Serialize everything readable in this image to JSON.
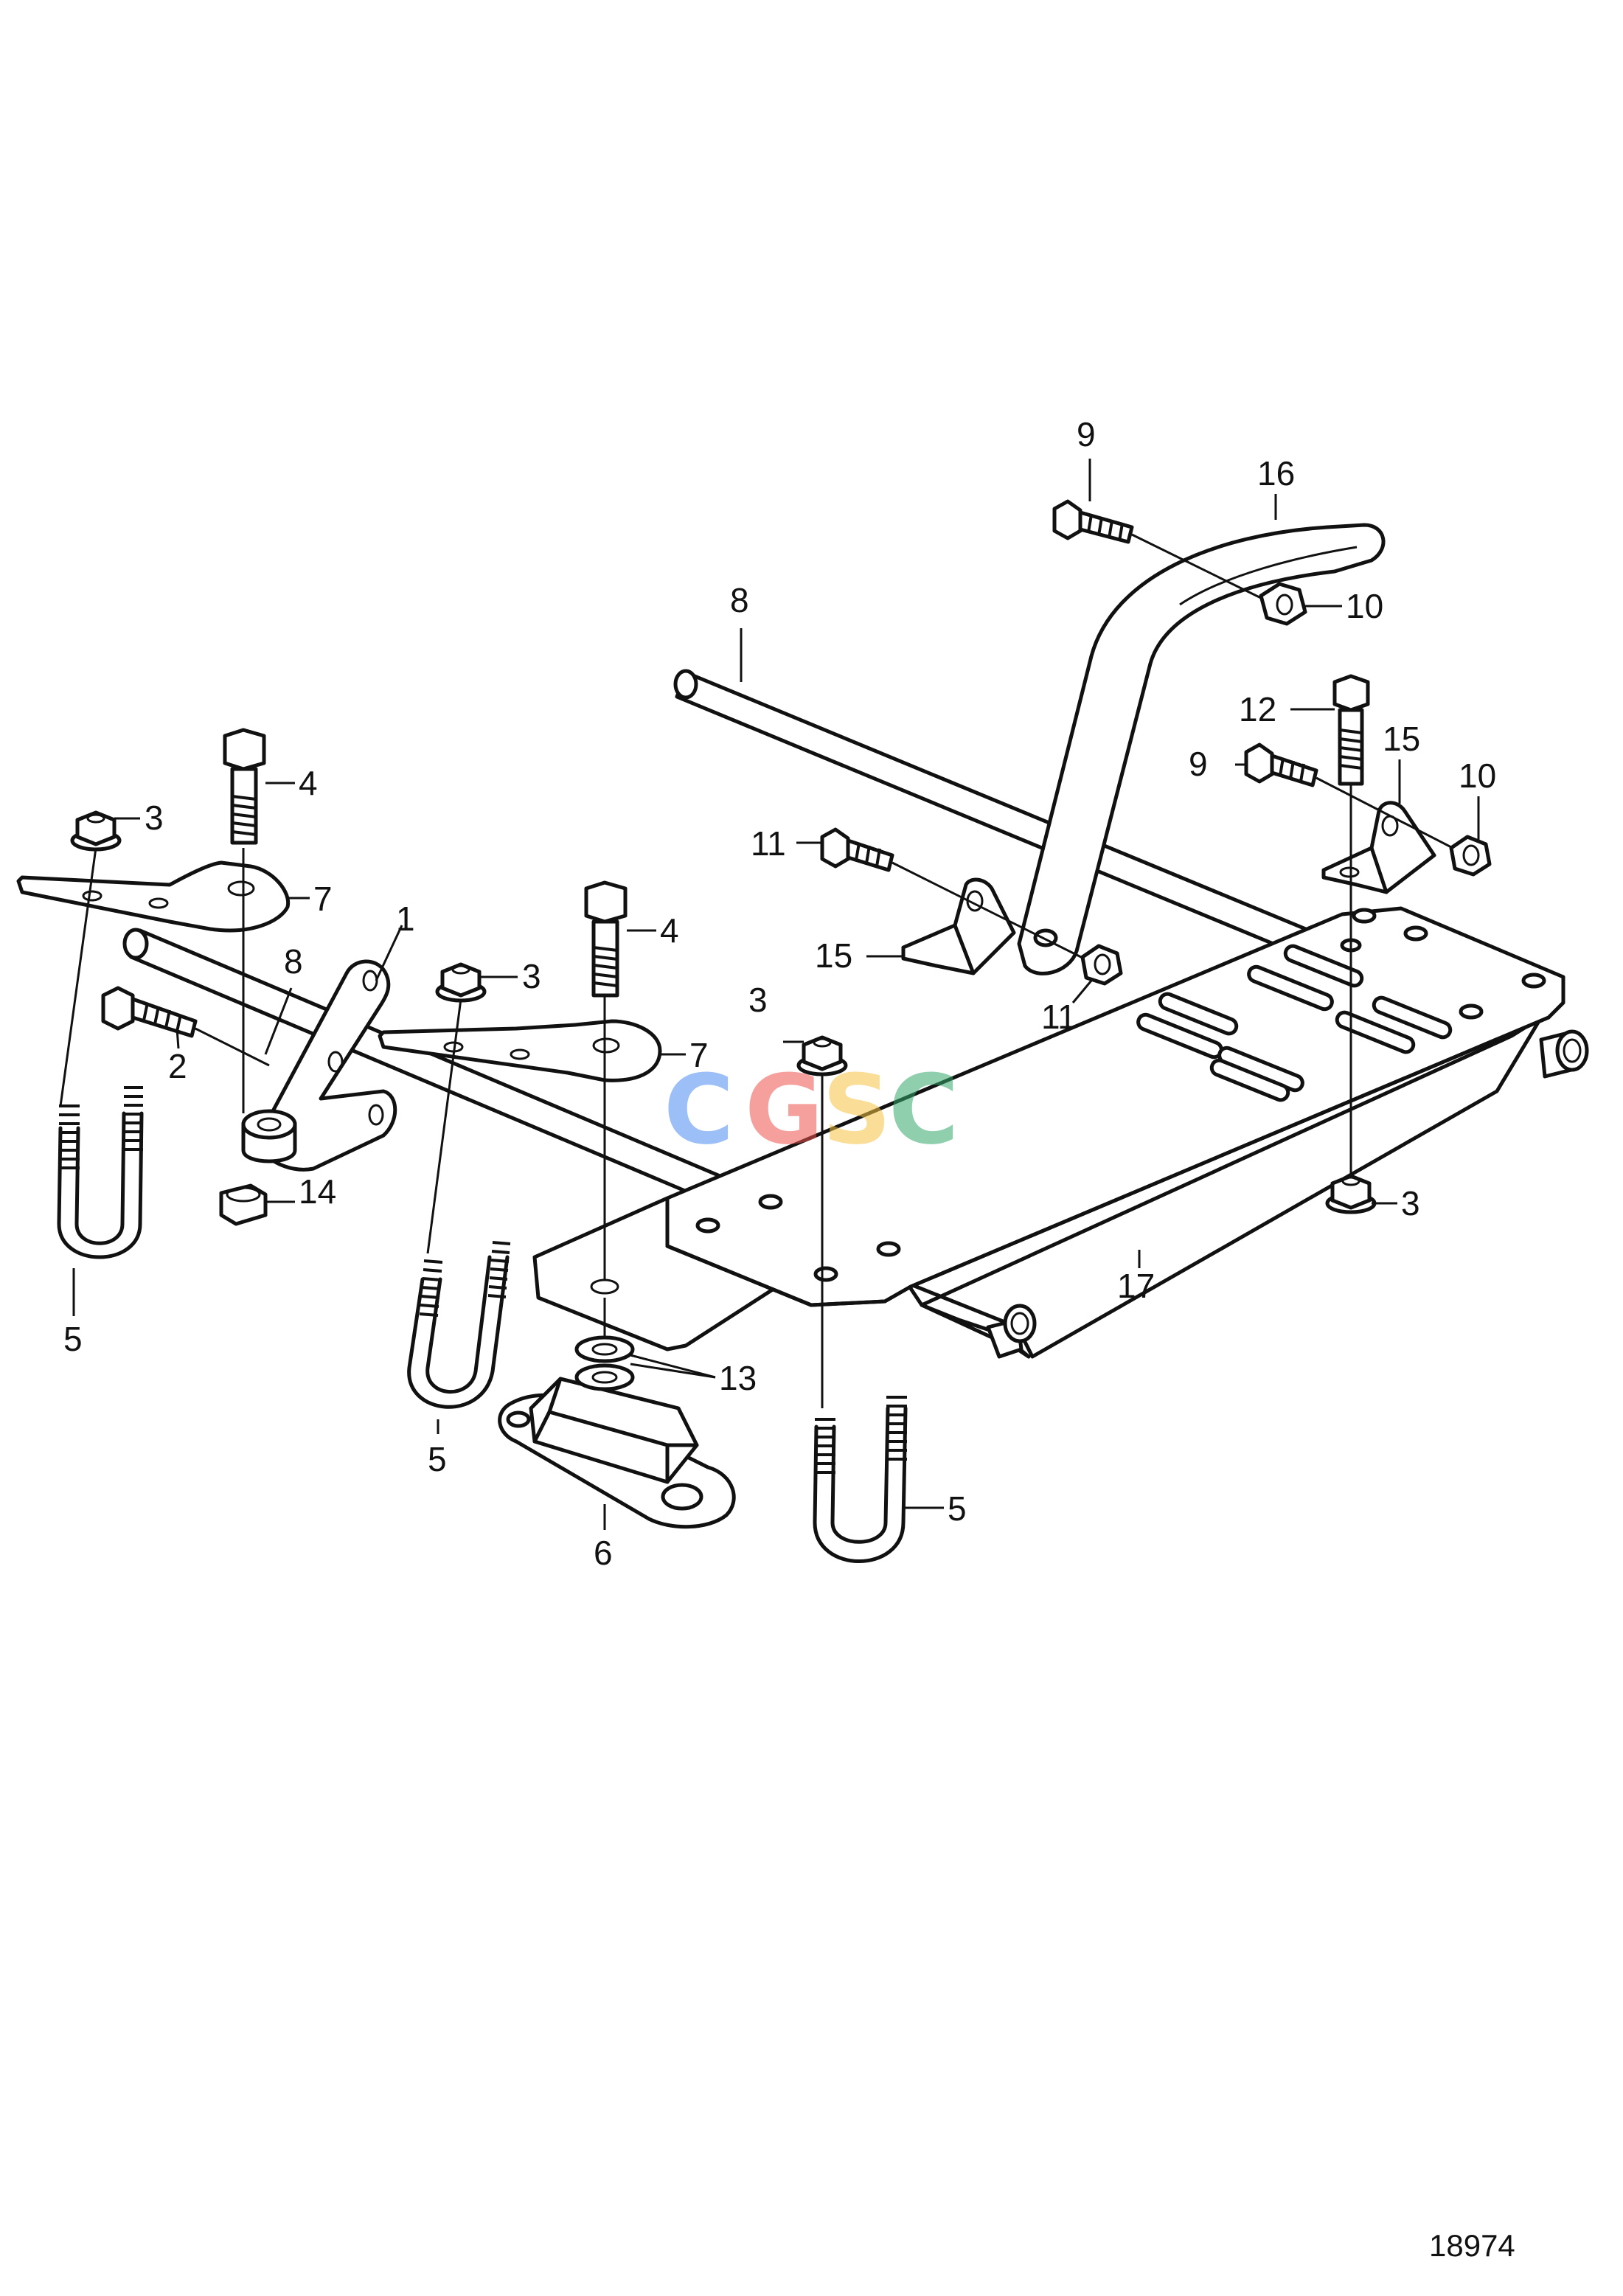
{
  "callouts": {
    "c1": "1",
    "c2": "2",
    "c3a": "3",
    "c3b": "3",
    "c3c": "3",
    "c3d": "3",
    "c4a": "4",
    "c4b": "4",
    "c5a": "5",
    "c5b": "5",
    "c5c": "5",
    "c6": "6",
    "c7a": "7",
    "c7b": "7",
    "c8a": "8",
    "c8b": "8",
    "c9a": "9",
    "c9b": "9",
    "c10a": "10",
    "c10b": "10",
    "c11a": "11",
    "c11b": "11",
    "c12": "12",
    "c13": "13",
    "c14": "14",
    "c15a": "15",
    "c15b": "15",
    "c16": "16",
    "c17": "17"
  },
  "watermark": {
    "letters": [
      "C",
      "G",
      "S",
      "C"
    ],
    "colors": [
      "#4a8cf0",
      "#ef5350",
      "#f6c342",
      "#35a86b"
    ]
  },
  "drawing_number": "18974"
}
